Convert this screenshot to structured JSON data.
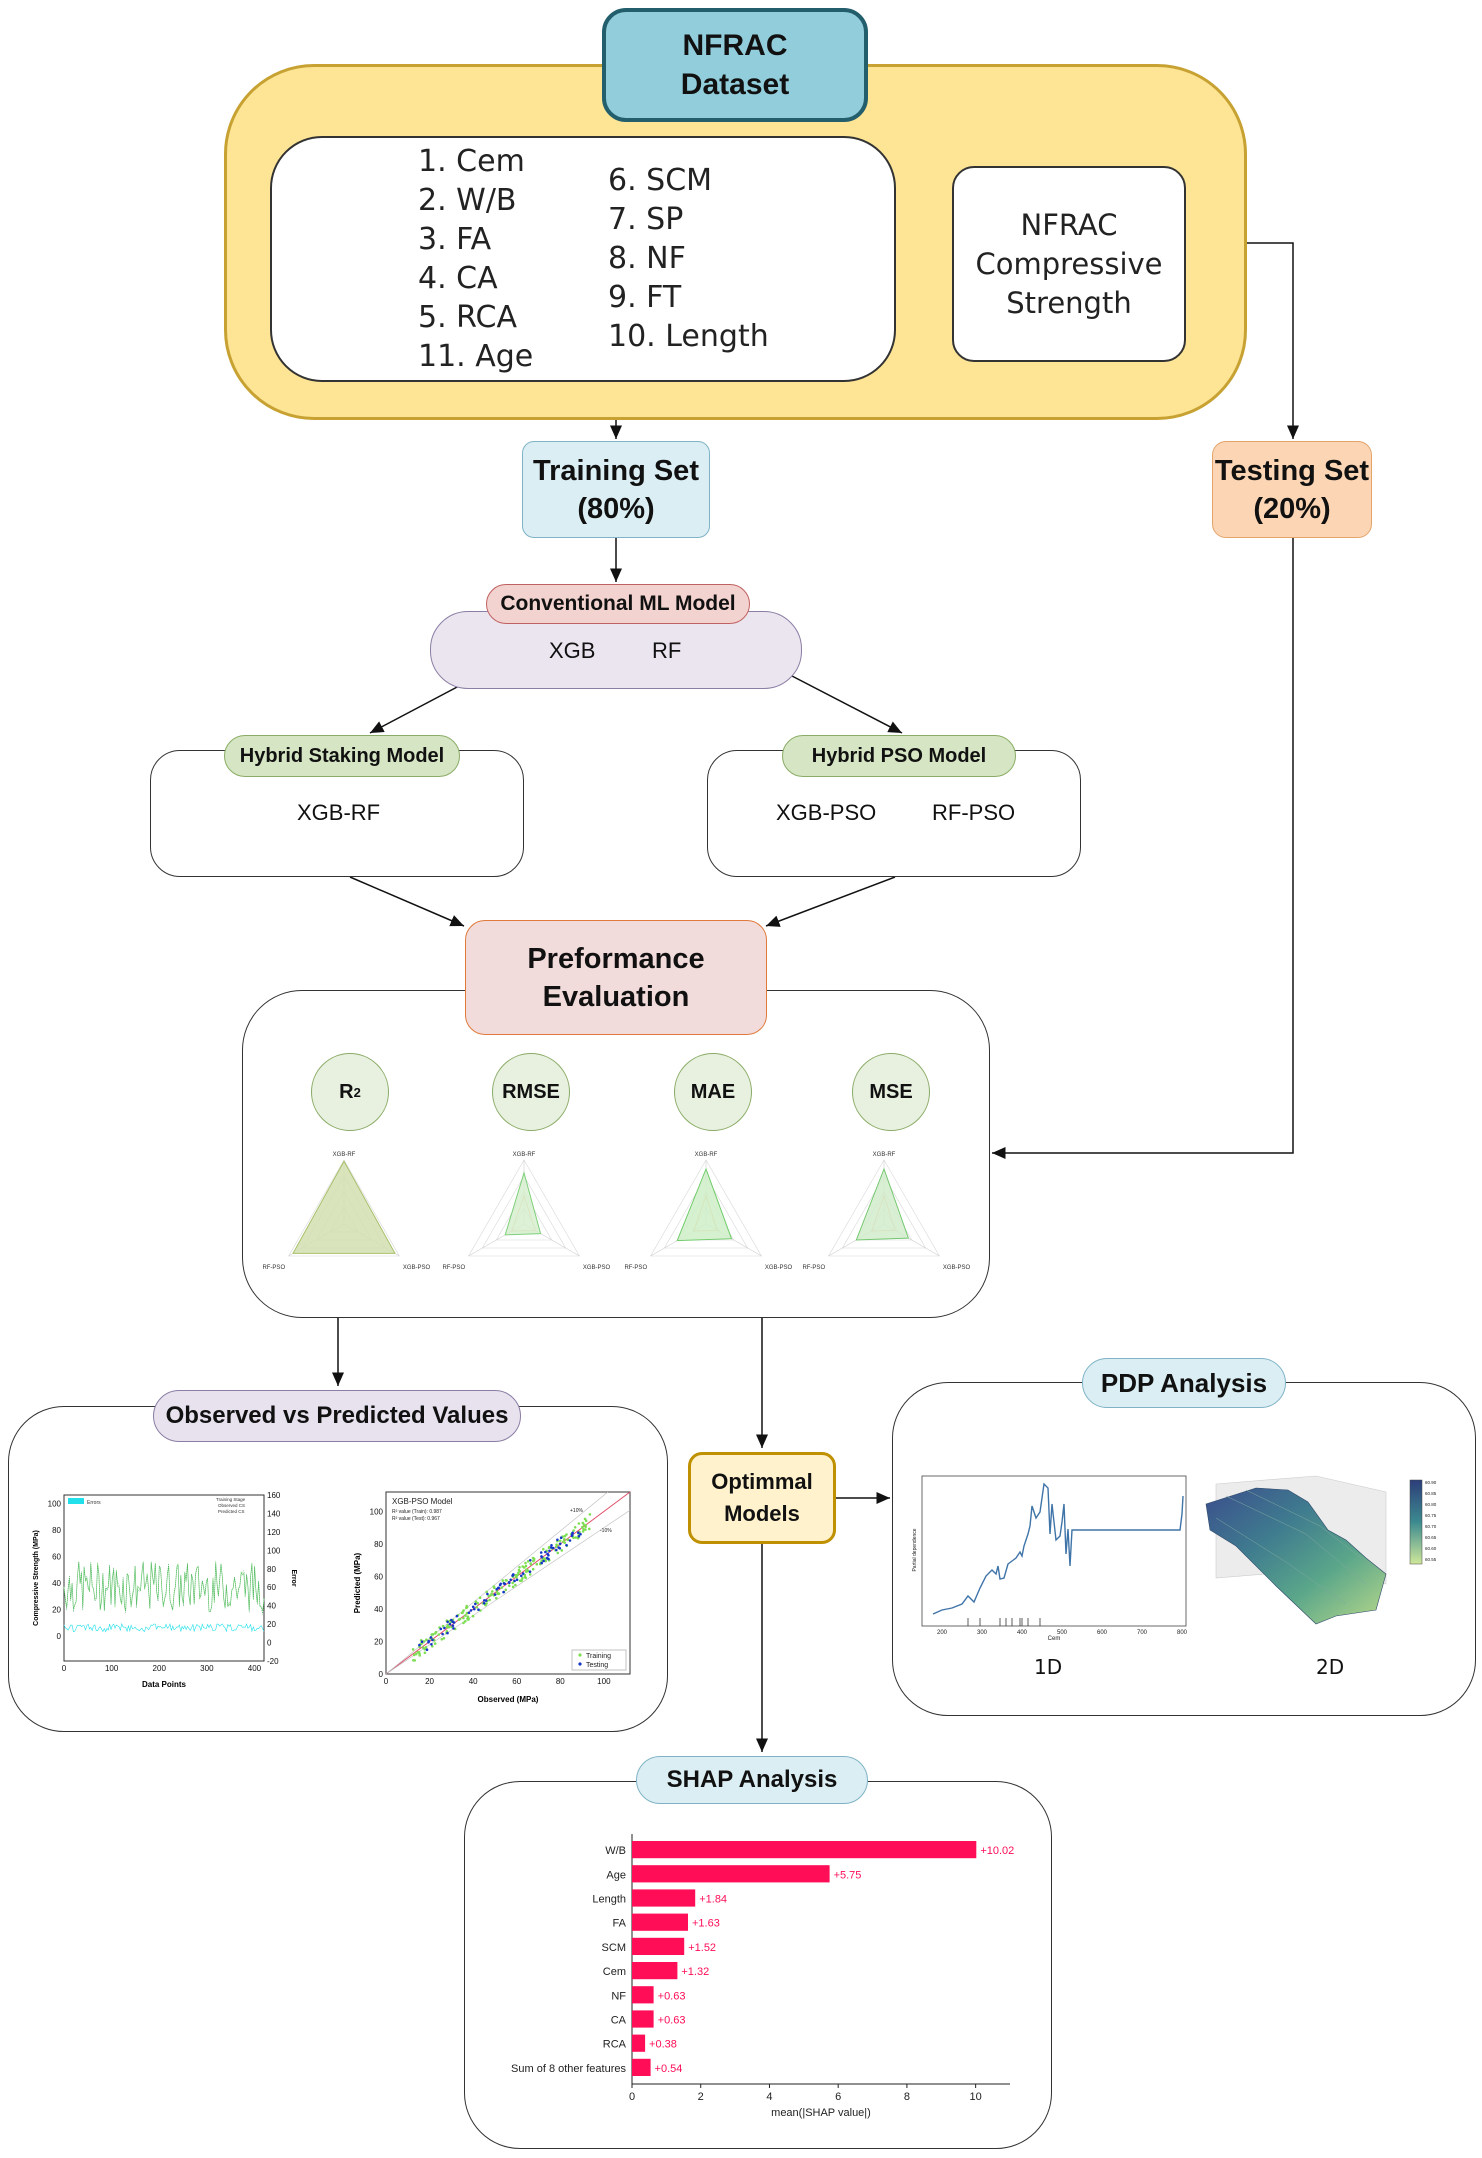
{
  "dataset": {
    "title_line1": "NFRAC",
    "title_line2": "Dataset"
  },
  "inputs": {
    "left_column": [
      "1. Cem",
      "2. W/B",
      "3. FA",
      "4. CA",
      "5. RCA",
      "11. Age"
    ],
    "right_column": [
      "6. SCM",
      "7. SP",
      "8. NF",
      "9. FT",
      "10. Length"
    ]
  },
  "target": {
    "line1": "NFRAC",
    "line2": "Compressive",
    "line3": "Strength"
  },
  "training_set": {
    "line1": "Training Set",
    "line2": "(80%)"
  },
  "testing_set": {
    "line1": "Testing Set",
    "line2": "(20%)"
  },
  "conventional": {
    "label": "Conventional ML Model",
    "models": [
      "XGB",
      "RF"
    ]
  },
  "stacking": {
    "label": "Hybrid Staking Model",
    "models": [
      "XGB-RF"
    ]
  },
  "pso": {
    "label": "Hybrid PSO Model",
    "models": [
      "XGB-PSO",
      "RF-PSO"
    ]
  },
  "performance": {
    "line1": "Preformance",
    "line2": "Evaluation"
  },
  "metrics": [
    {
      "name": "R",
      "sup": "2",
      "radar_fill": "#d4dfb0",
      "radar_stroke": "#a9c06b"
    },
    {
      "name": "RMSE",
      "sup": "",
      "radar_fill": "#d6efcf",
      "radar_stroke": "#7fcf7a"
    },
    {
      "name": "MAE",
      "sup": "",
      "radar_fill": "#cfeec8",
      "radar_stroke": "#6fcb6a"
    },
    {
      "name": "MSE",
      "sup": "",
      "radar_fill": "#d2eccd",
      "radar_stroke": "#74c870"
    }
  ],
  "radar_axis_labels": [
    "XGB-RF",
    "RF-PSO",
    "XGB-PSO"
  ],
  "observed_predicted": {
    "label": "Observed vs Predicted Values",
    "series_plot": {
      "xlabel": "Data Points",
      "ylabel": "Compressive Strength (MPa)",
      "y2label": "Error",
      "legend_left": "Errors",
      "legend_right": [
        "Training Stage",
        "Observed CS",
        "Predicted CS"
      ],
      "x_ticks": [
        "0",
        "100",
        "200",
        "300",
        "400"
      ],
      "y_ticks": [
        "0",
        "20",
        "40",
        "60",
        "80",
        "100"
      ],
      "y2_ticks": [
        "-20",
        "0",
        "20",
        "40",
        "60",
        "80",
        "100",
        "120",
        "140",
        "160"
      ]
    },
    "scatter_plot": {
      "title": "XGB-PSO Model",
      "r2_train": "R² value (Train): 0.987",
      "r2_test": "R² value (Test): 0.967",
      "xlabel": "Observed (MPa)",
      "ylabel": "Predicted (MPa)",
      "ticks": [
        "0",
        "20",
        "40",
        "60",
        "80",
        "100"
      ],
      "legend": [
        "Training",
        "Testing"
      ],
      "band_labels": [
        "+10%",
        "-10%"
      ]
    }
  },
  "optimal_models": {
    "line1": "Optimmal",
    "line2": "Models"
  },
  "pdp": {
    "label": "PDP Analysis",
    "caption_1d": "1D",
    "caption_2d": "2D",
    "x_ticks_1d": [
      "200",
      "300",
      "400",
      "500",
      "600",
      "700",
      "800"
    ],
    "xlabel_1d": "Cem",
    "ylabel_1d": "Partial dependence",
    "colorbar_ticks": [
      "60.90",
      "60.85",
      "60.80",
      "60.75",
      "60.70",
      "60.65",
      "60.60",
      "60.55"
    ]
  },
  "shap": {
    "label": "SHAP Analysis",
    "xlabel": "mean(|SHAP value|)",
    "x_ticks": [
      "0",
      "2",
      "4",
      "6",
      "8",
      "10"
    ],
    "bar_color": "#ff0d57"
  },
  "chart_data": {
    "type": "bar",
    "orientation": "horizontal",
    "categories": [
      "W/B",
      "Age",
      "Length",
      "FA",
      "SCM",
      "Cem",
      "NF",
      "CA",
      "RCA",
      "Sum of 8 other features"
    ],
    "values": [
      10.02,
      5.75,
      1.84,
      1.63,
      1.52,
      1.32,
      0.63,
      0.63,
      0.38,
      0.54
    ],
    "value_labels": [
      "+10.02",
      "+5.75",
      "+1.84",
      "+1.63",
      "+1.52",
      "+1.32",
      "+0.63",
      "+0.63",
      "+0.38",
      "+0.54"
    ],
    "xlabel": "mean(|SHAP value|)",
    "xlim": [
      0,
      11
    ]
  }
}
